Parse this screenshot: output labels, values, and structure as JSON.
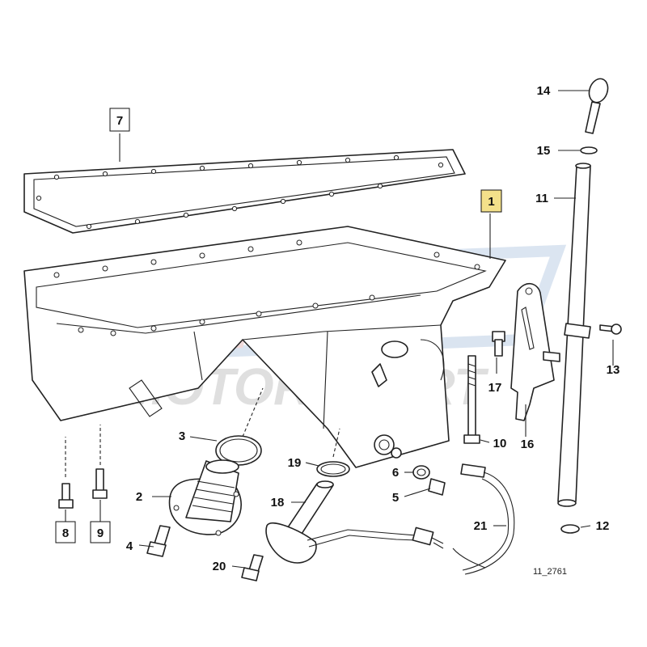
{
  "diagram": {
    "ref_code": "11_2761",
    "highlighted_callout": "1",
    "highlight_color": "#f3e08a",
    "watermark_text": "MOTORSPORT",
    "watermark_logo": "CMB-logo",
    "callouts": [
      {
        "id": "c1",
        "text": "1"
      },
      {
        "id": "c2",
        "text": "2"
      },
      {
        "id": "c3",
        "text": "3"
      },
      {
        "id": "c4",
        "text": "4"
      },
      {
        "id": "c5",
        "text": "5"
      },
      {
        "id": "c6",
        "text": "6"
      },
      {
        "id": "c7",
        "text": "7"
      },
      {
        "id": "c8",
        "text": "8"
      },
      {
        "id": "c9",
        "text": "9"
      },
      {
        "id": "c10",
        "text": "10"
      },
      {
        "id": "c11",
        "text": "11"
      },
      {
        "id": "c12",
        "text": "12"
      },
      {
        "id": "c13",
        "text": "13"
      },
      {
        "id": "c14",
        "text": "14"
      },
      {
        "id": "c15",
        "text": "15"
      },
      {
        "id": "c16",
        "text": "16"
      },
      {
        "id": "c17",
        "text": "17"
      },
      {
        "id": "c18",
        "text": "18"
      },
      {
        "id": "c19",
        "text": "19"
      },
      {
        "id": "c20",
        "text": "20"
      },
      {
        "id": "c21",
        "text": "21"
      }
    ]
  }
}
